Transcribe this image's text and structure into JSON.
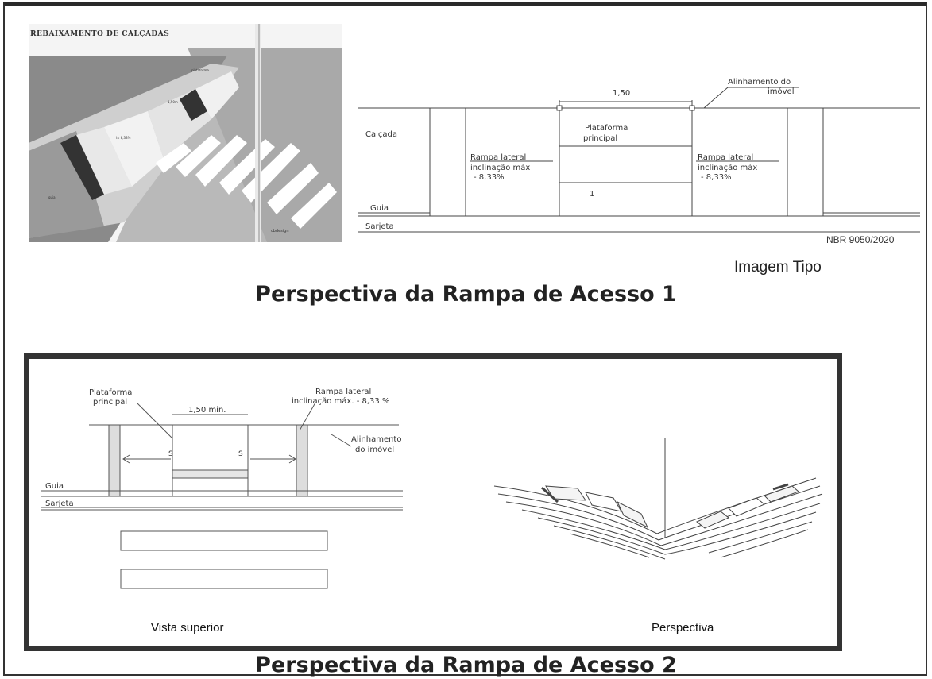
{
  "figure1": {
    "photo_title": "REBAIXAMENTO DE CALÇADAS",
    "drawing_labels": {
      "dimension": "1,50",
      "alinhamento": "Alinhamento do",
      "imovel": "imóvel",
      "calcada": "Calçada",
      "plataforma_1": "Plataforma",
      "plataforma_2": "principal",
      "rampa_left_1": "Rampa lateral",
      "rampa_left_2": "inclinação máx",
      "rampa_left_3": "- 8,33%",
      "rampa_right_1": "Rampa lateral",
      "rampa_right_2": "inclinação máx",
      "rampa_right_3": "- 8,33%",
      "number": "1",
      "guia": "Guia",
      "sarjeta": "Sarjeta"
    },
    "source": "NBR 9050/2020",
    "imagem_tipo": "Imagem Tipo",
    "caption": "Perspectiva da Rampa de Acesso 1"
  },
  "figure2": {
    "labels": {
      "plataforma_1": "Plataforma",
      "plataforma_2": "principal",
      "dimension": "1,50 min.",
      "rampa_1": "Rampa lateral",
      "rampa_2": "inclinação máx. - 8,33 %",
      "alinhamento_1": "Alinhamento",
      "alinhamento_2": "do imóvel",
      "guia": "Guia",
      "sarjeta": "Sarjeta",
      "s_left": "S",
      "s_right": "S"
    },
    "vista_superior": "Vista superior",
    "perspectiva": "Perspectiva",
    "caption": "Perspectiva da Rampa de Acesso 2"
  }
}
